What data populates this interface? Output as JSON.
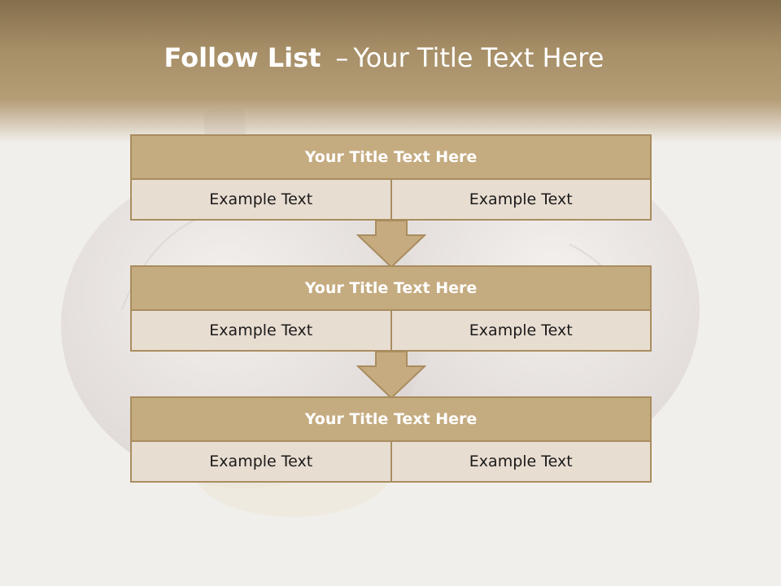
{
  "title": {
    "bold": "Follow List",
    "dash": "–",
    "rest": "Your Title Text Here"
  },
  "blocks": [
    {
      "title": "Your Title Text Here",
      "left": "Example Text",
      "right": "Example Text"
    },
    {
      "title": "Your Title Text Here",
      "left": "Example Text",
      "right": "Example Text"
    },
    {
      "title": "Your Title Text Here",
      "left": "Example Text",
      "right": "Example Text"
    }
  ],
  "colors": {
    "header": "#a68e67",
    "block_title_fill": "#c5ab80",
    "cell_fill": "#e8ddd1",
    "border": "#a98d5f",
    "arrow": "#c6ab80"
  },
  "icons": {
    "arrow": "down-arrow-icon",
    "background": "garlic-image"
  }
}
